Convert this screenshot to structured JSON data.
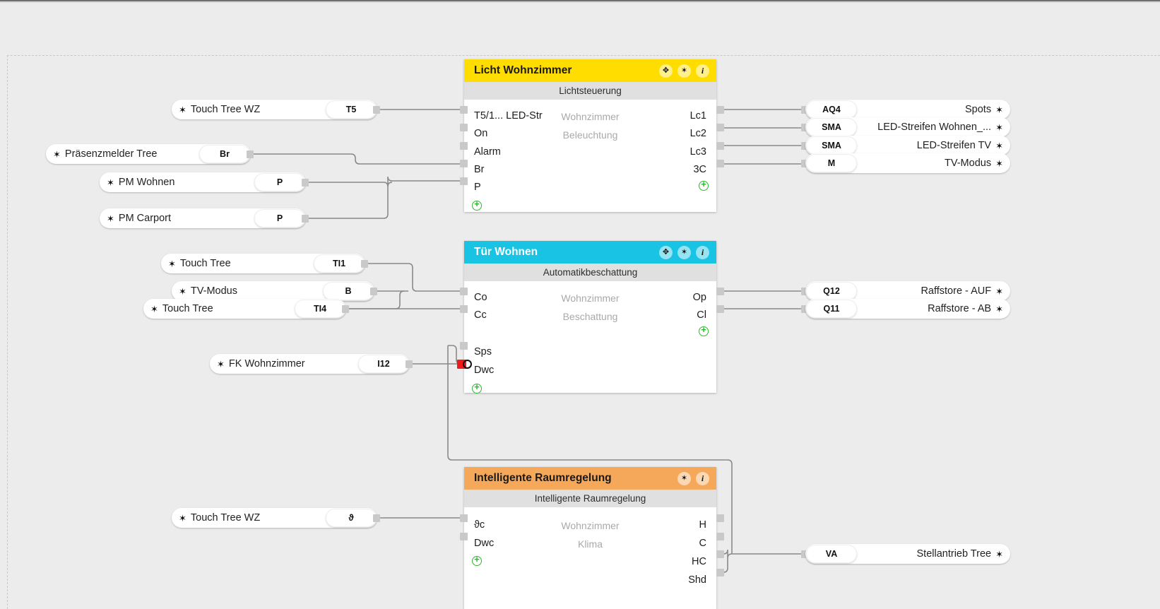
{
  "app": {
    "canvas_background": "#ececec",
    "wire_color": "#8a8a8a",
    "port_color": "#c9c9c9"
  },
  "icons": {
    "gear": "⚙",
    "gear_glyph": "✶",
    "move": "✥",
    "info": "i",
    "plus": "+"
  },
  "blocks": [
    {
      "title": "Licht Wohnzimmer",
      "header_color": "#ffdd00",
      "subtitle": "Lichtsteuerung",
      "caption_line1": "Wohnzimmer",
      "caption_line2": "Beleuchtung",
      "header_icons": [
        "move-icon",
        "gear-icon",
        "info-icon"
      ],
      "inputs": [
        "T5/1... LED-Str",
        "On",
        "Alarm",
        "Br",
        "P"
      ],
      "outputs": [
        "Lc1",
        "Lc2",
        "Lc3",
        "3C"
      ]
    },
    {
      "title": "Tür Wohnen",
      "header_color": "#18c3e3",
      "subtitle": "Automatikbeschattung",
      "caption_line1": "Wohnzimmer",
      "caption_line2": "Beschattung",
      "header_icons": [
        "move-icon",
        "gear-icon",
        "info-icon"
      ],
      "inputs": [
        "Co",
        "Cc",
        "Sps",
        "Dwc"
      ],
      "outputs": [
        "Op",
        "Cl"
      ]
    },
    {
      "title": "Intelligente Raumregelung",
      "header_color": "#f5a85a",
      "subtitle": "Intelligente Raumregelung",
      "caption_line1": "Wohnzimmer",
      "caption_line2": "Klima",
      "header_icons": [
        "gear-icon",
        "info-icon"
      ],
      "inputs": [
        "ϑc",
        "Dwc"
      ],
      "outputs": [
        "H",
        "C",
        "HC",
        "Shd"
      ]
    }
  ],
  "left_nodes": [
    {
      "name": "Touch Tree WZ",
      "pin": "T5"
    },
    {
      "name": "Präsenzmelder Tree",
      "pin": "Br"
    },
    {
      "name": "PM Wohnen",
      "pin": "P"
    },
    {
      "name": "PM Carport",
      "pin": "P"
    },
    {
      "name": "Touch Tree",
      "pin": "TI1"
    },
    {
      "name": "TV-Modus",
      "pin": "B"
    },
    {
      "name": "Touch Tree",
      "pin": "TI4"
    },
    {
      "name": "FK Wohnzimmer",
      "pin": "I12"
    },
    {
      "name": "Touch Tree WZ",
      "pin": "ϑ"
    }
  ],
  "right_nodes": [
    {
      "pin": "AQ4",
      "name": "Spots"
    },
    {
      "pin": "SMA",
      "name": "LED-Streifen Wohnen_..."
    },
    {
      "pin": "SMA",
      "name": "LED-Streifen TV"
    },
    {
      "pin": "M",
      "name": "TV-Modus"
    },
    {
      "pin": "Q12",
      "name": "Raffstore - AUF"
    },
    {
      "pin": "Q11",
      "name": "Raffstore - AB"
    },
    {
      "pin": "VA",
      "name": "Stellantrieb Tree"
    }
  ]
}
